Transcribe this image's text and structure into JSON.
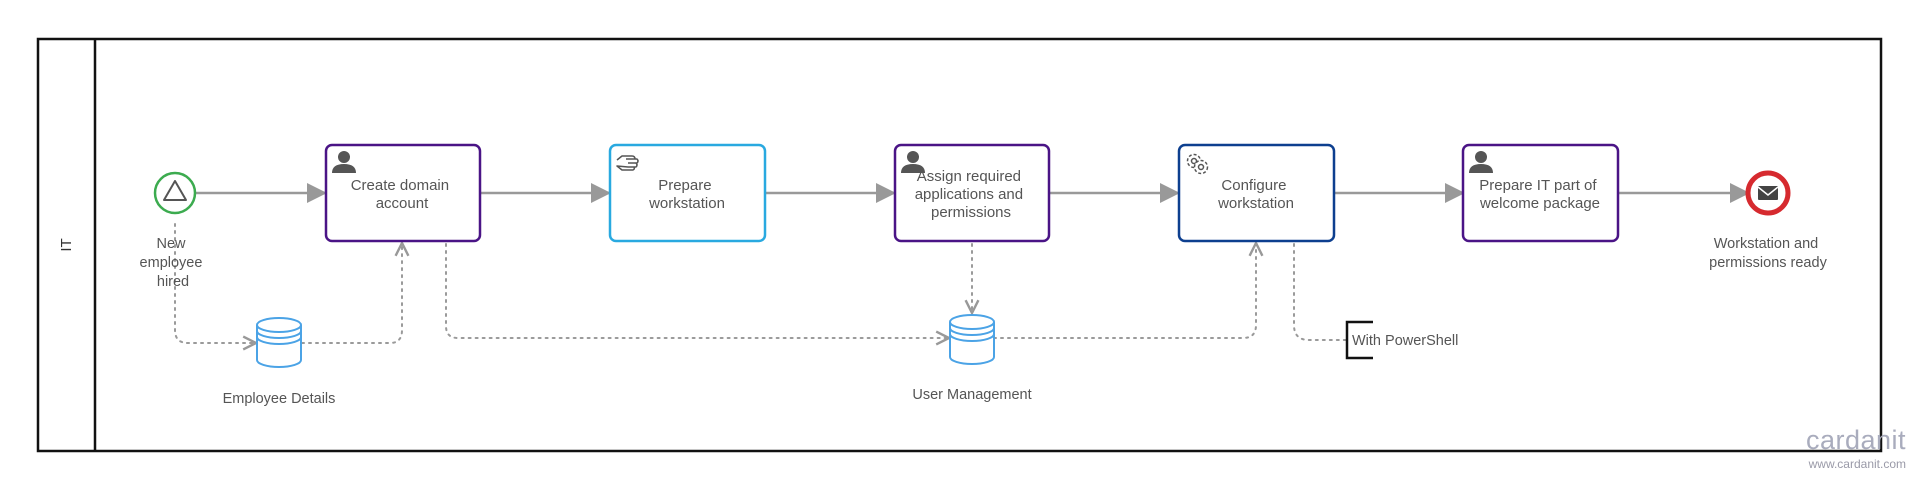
{
  "lane": {
    "label": "IT"
  },
  "start_event": {
    "label": [
      "New",
      "employee",
      "hired"
    ],
    "icon": "triangle-icon"
  },
  "tasks": [
    {
      "label": [
        "Create domain",
        "account"
      ],
      "kind": "user",
      "icon": "user-icon",
      "color": "#4a1486"
    },
    {
      "label": [
        "Prepare",
        "workstation"
      ],
      "kind": "manual",
      "icon": "hand-icon",
      "color": "#29a9e0"
    },
    {
      "label": [
        "Assign required",
        "applications and",
        "permissions"
      ],
      "kind": "user",
      "icon": "user-icon",
      "color": "#4a1486"
    },
    {
      "label": [
        "Configure",
        "workstation"
      ],
      "kind": "service",
      "icon": "gear-icon",
      "color": "#0d3f8f"
    },
    {
      "label": [
        "Prepare IT part of",
        "welcome package"
      ],
      "kind": "user",
      "icon": "user-icon",
      "color": "#4a1486"
    }
  ],
  "end_event": {
    "label": [
      "Workstation and",
      "permissions ready"
    ],
    "icon": "envelope-icon"
  },
  "data_stores": [
    {
      "label": "Employee Details"
    },
    {
      "label": "User Management"
    }
  ],
  "annotation": {
    "text": "With PowerShell"
  },
  "watermark": {
    "logo": "cardanit",
    "url": "www.cardanit.com"
  },
  "colors": {
    "start_event": "#3cab4f",
    "end_event": "#d62a2f",
    "data_store": "#4ba3e6",
    "sequence_flow": "#999999",
    "association": "#9a9a9a"
  }
}
